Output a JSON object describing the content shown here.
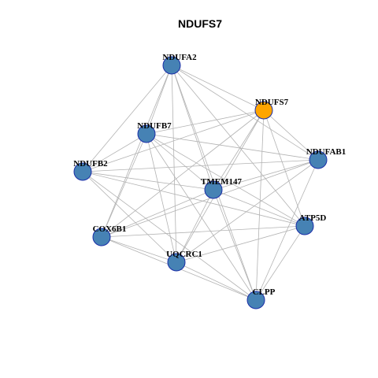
{
  "title": "NDUFS7",
  "colors": {
    "node_default": "#4682B4",
    "node_focus": "#FFA500",
    "node_border": "#1a2ea8",
    "edge": "#b3b3b3"
  },
  "nodes": [
    {
      "id": "NDUFA2",
      "label": "NDUFA2",
      "focus": false
    },
    {
      "id": "NDUFS7",
      "label": "NDUFS7",
      "focus": true
    },
    {
      "id": "NDUFB7",
      "label": "NDUFB7",
      "focus": false
    },
    {
      "id": "NDUFAB1",
      "label": "NDUFAB1",
      "focus": false
    },
    {
      "id": "NDUFB2",
      "label": "NDUFB2",
      "focus": false
    },
    {
      "id": "TMEM147",
      "label": "TMEM147",
      "focus": false
    },
    {
      "id": "ATP5D",
      "label": "ATP5D",
      "focus": false
    },
    {
      "id": "COX6B1",
      "label": "COX6B1",
      "focus": false
    },
    {
      "id": "UQCRC1",
      "label": "UQCRC1",
      "focus": false
    },
    {
      "id": "CLPP",
      "label": "CLPP",
      "focus": false
    }
  ],
  "edges": [
    [
      "NDUFA2",
      "NDUFS7"
    ],
    [
      "NDUFA2",
      "NDUFB7"
    ],
    [
      "NDUFA2",
      "NDUFB2"
    ],
    [
      "NDUFA2",
      "NDUFAB1"
    ],
    [
      "NDUFA2",
      "TMEM147"
    ],
    [
      "NDUFA2",
      "COX6B1"
    ],
    [
      "NDUFA2",
      "UQCRC1"
    ],
    [
      "NDUFA2",
      "ATP5D"
    ],
    [
      "NDUFA2",
      "CLPP"
    ],
    [
      "NDUFS7",
      "NDUFB7"
    ],
    [
      "NDUFS7",
      "NDUFB2"
    ],
    [
      "NDUFS7",
      "NDUFAB1"
    ],
    [
      "NDUFS7",
      "TMEM147"
    ],
    [
      "NDUFS7",
      "ATP5D"
    ],
    [
      "NDUFS7",
      "COX6B1"
    ],
    [
      "NDUFS7",
      "UQCRC1"
    ],
    [
      "NDUFS7",
      "CLPP"
    ],
    [
      "NDUFB7",
      "NDUFB2"
    ],
    [
      "NDUFB7",
      "NDUFAB1"
    ],
    [
      "NDUFB7",
      "TMEM147"
    ],
    [
      "NDUFB7",
      "ATP5D"
    ],
    [
      "NDUFB7",
      "COX6B1"
    ],
    [
      "NDUFB7",
      "UQCRC1"
    ],
    [
      "NDUFB7",
      "CLPP"
    ],
    [
      "NDUFAB1",
      "NDUFB2"
    ],
    [
      "NDUFAB1",
      "TMEM147"
    ],
    [
      "NDUFAB1",
      "COX6B1"
    ],
    [
      "NDUFAB1",
      "UQCRC1"
    ],
    [
      "NDUFAB1",
      "CLPP"
    ],
    [
      "NDUFB2",
      "TMEM147"
    ],
    [
      "NDUFB2",
      "ATP5D"
    ],
    [
      "NDUFB2",
      "UQCRC1"
    ],
    [
      "NDUFB2",
      "CLPP"
    ],
    [
      "TMEM147",
      "ATP5D"
    ],
    [
      "TMEM147",
      "COX6B1"
    ],
    [
      "TMEM147",
      "UQCRC1"
    ],
    [
      "TMEM147",
      "CLPP"
    ],
    [
      "ATP5D",
      "COX6B1"
    ],
    [
      "ATP5D",
      "UQCRC1"
    ],
    [
      "ATP5D",
      "CLPP"
    ],
    [
      "COX6B1",
      "UQCRC1"
    ],
    [
      "COX6B1",
      "CLPP"
    ],
    [
      "UQCRC1",
      "CLPP"
    ]
  ]
}
